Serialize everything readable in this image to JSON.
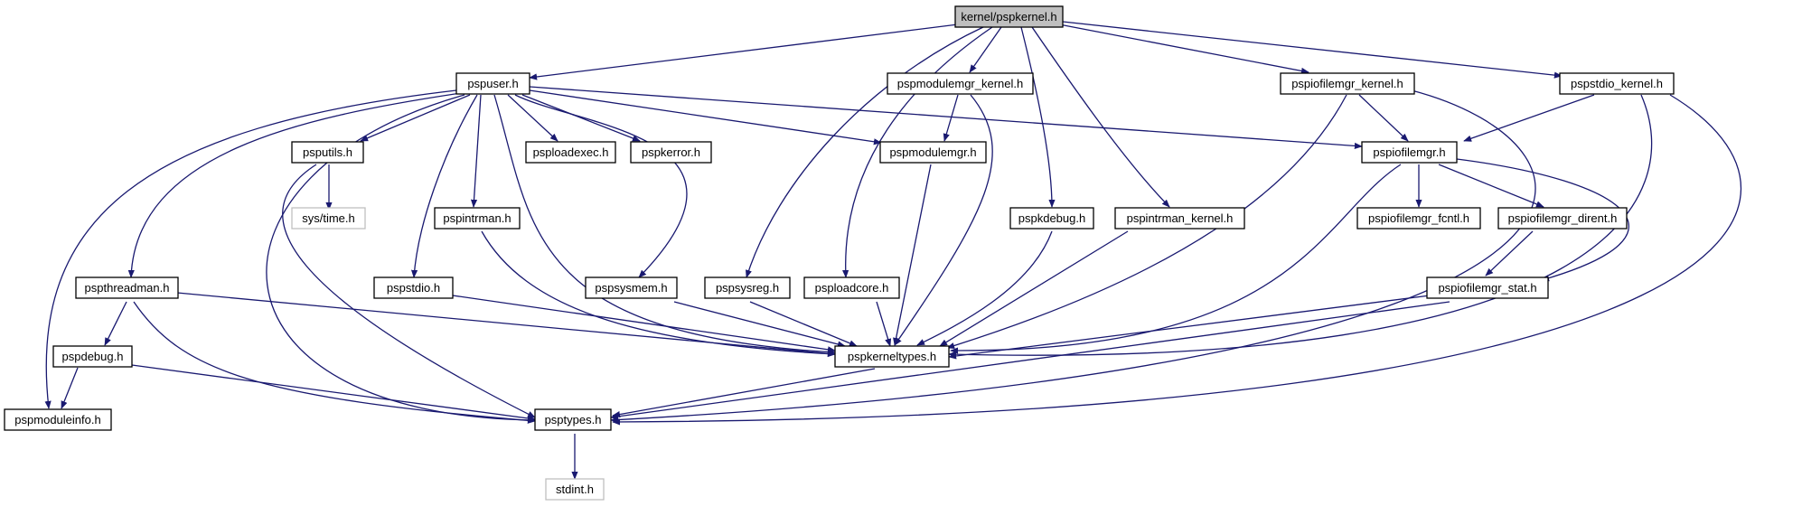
{
  "graph": {
    "root": "kernel/pspkernel.h",
    "nodes": {
      "root": "kernel/pspkernel.h",
      "pspuser": "pspuser.h",
      "pspmodulemgr_kernel": "pspmodulemgr_kernel.h",
      "pspiofilemgr_kernel": "pspiofilemgr_kernel.h",
      "pspstdio_kernel": "pspstdio_kernel.h",
      "psputils": "psputils.h",
      "psploadexec": "psploadexec.h",
      "pspkerror": "pspkerror.h",
      "pspmodulemgr": "pspmodulemgr.h",
      "pspiofilemgr": "pspiofilemgr.h",
      "systime": "sys/time.h",
      "pspintrman": "pspintrman.h",
      "pspkdebug": "pspkdebug.h",
      "pspintrman_kernel": "pspintrman_kernel.h",
      "pspiofilemgr_fcntl": "pspiofilemgr_fcntl.h",
      "pspiofilemgr_dirent": "pspiofilemgr_dirent.h",
      "pspthreadman": "pspthreadman.h",
      "pspstdio": "pspstdio.h",
      "pspsysmem": "pspsysmem.h",
      "pspsysreg": "pspsysreg.h",
      "psploadcore": "psploadcore.h",
      "pspiofilemgr_stat": "pspiofilemgr_stat.h",
      "pspdebug": "pspdebug.h",
      "pspkerneltypes": "pspkerneltypes.h",
      "pspmoduleinfo": "pspmoduleinfo.h",
      "psptypes": "psptypes.h",
      "stdint": "stdint.h"
    },
    "colors": {
      "edge": "#191970",
      "node_border": "#000000",
      "root_fill": "#bfbfbf",
      "missing_border": "#bfbfbf"
    }
  }
}
